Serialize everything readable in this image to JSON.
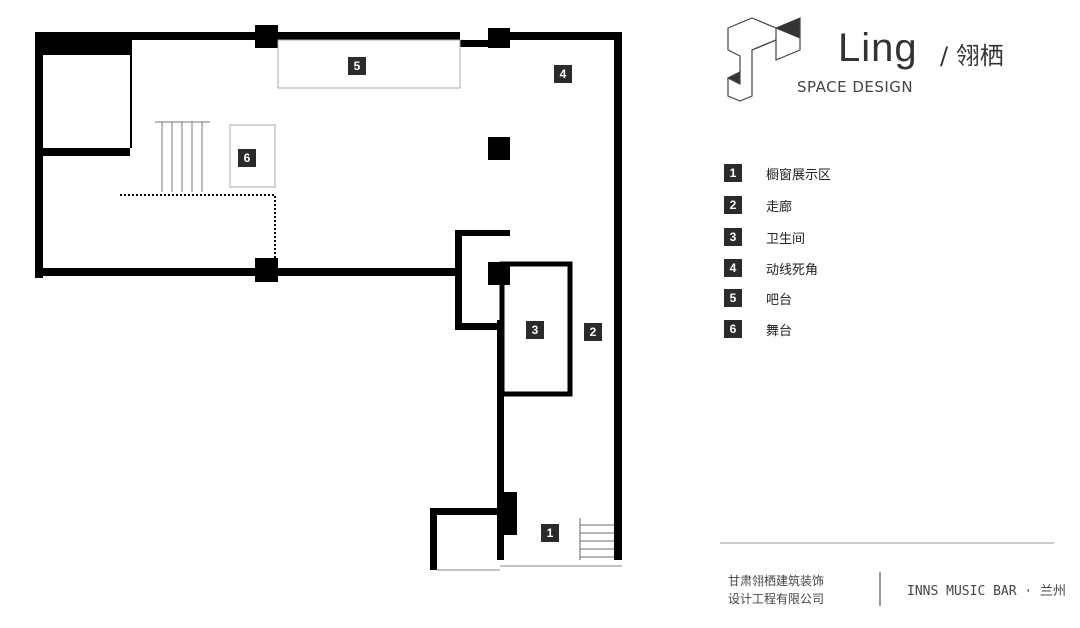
{
  "brand": {
    "name": "Ling",
    "slash": "/",
    "cn": "翎栖",
    "subtitle": "SPACE DESIGN"
  },
  "plan_tags": [
    "1",
    "2",
    "3",
    "4",
    "5",
    "6"
  ],
  "legend": [
    {
      "num": "1",
      "label": "橱窗展示区"
    },
    {
      "num": "2",
      "label": "走廊"
    },
    {
      "num": "3",
      "label": "卫生间"
    },
    {
      "num": "4",
      "label": "动线死角"
    },
    {
      "num": "5",
      "label": "吧台"
    },
    {
      "num": "6",
      "label": "舞台"
    }
  ],
  "footer": {
    "company_line1": "甘肃翎栖建筑装饰",
    "company_line2": "设计工程有限公司",
    "project": "INNS MUSIC BAR · 兰州"
  }
}
